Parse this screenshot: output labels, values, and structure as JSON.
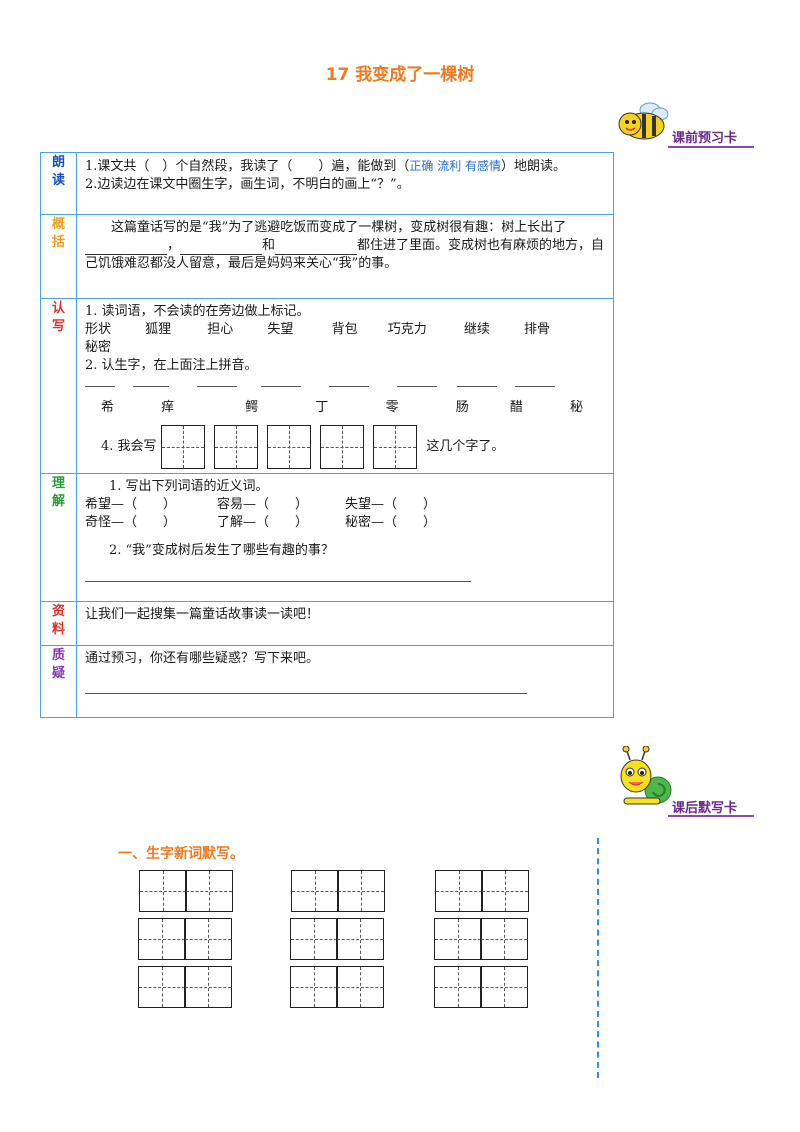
{
  "title": "17 我变成了一棵树",
  "preview_badge": "课前预习卡",
  "dictation_badge": "课后默写卡",
  "sections": {
    "reading": {
      "label": "朗读",
      "line1_a": "1.课文共（　）个自然段，我读了（　　）遍，能做到（",
      "line1_blue": "正确 流利 有感情",
      "line1_b": "）地朗读。",
      "line2": "2.边读边在课文中圈生字，画生词，不明白的画上“？”。"
    },
    "summary": {
      "label": "概括",
      "text_a": "　　这篇童话写的是“我”为了逃避吃饭而变成了一棵树，变成树很有趣：树上长出了",
      "text_comma": "，",
      "text_he": "和",
      "text_b": "都住进了里面。变成树也有麻烦的地方，自己饥饿难忍都没人留意，最后是妈妈来关心“我”的事。"
    },
    "write": {
      "label": "认写",
      "item1": "1. 读词语，不会读的在旁边做上标记。",
      "words": [
        "形状",
        "狐狸",
        "担心",
        "失望",
        "背包",
        "巧克力",
        "继续",
        "排骨",
        "秘密"
      ],
      "item2": "2. 认生字，在上面注上拼音。",
      "chars": [
        "希",
        "痒",
        "鳄",
        "丁",
        "零",
        "肠",
        "醋",
        "秘"
      ],
      "item4_a": "4. 我会写",
      "item4_b": "这几个字了。"
    },
    "understand": {
      "label": "理解",
      "q1": "1. 写出下列词语的近义词。",
      "pairs_row1": [
        "希望—（　　）",
        "容易—（　　）",
        "失望—（　　）"
      ],
      "pairs_row2": [
        "奇怪—（　　）",
        "了解—（　　）",
        "秘密—（　　）"
      ],
      "q2": "2. “我”变成树后发生了哪些有趣的事？"
    },
    "material": {
      "label": "资料",
      "text": "让我们一起搜集一篇童话故事读一读吧！"
    },
    "question": {
      "label": "质疑",
      "text": "通过预习，你还有哪些疑惑？写下来吧。"
    }
  },
  "dictation_heading": "一、生字新词默写。",
  "colors": {
    "title": "#f07a1e",
    "border": "#4aa3df",
    "label_reading": "#1a4fc4",
    "label_summary": "#f0a020",
    "label_write": "#e0322a",
    "label_understand": "#2a9a3a",
    "label_material": "#e0322a",
    "label_question": "#8a3ab0"
  }
}
